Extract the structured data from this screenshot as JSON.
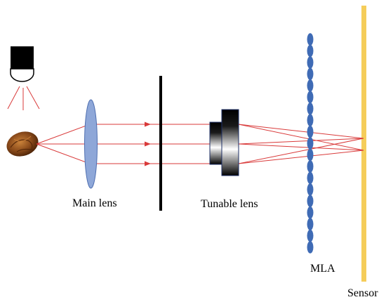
{
  "labels": {
    "main_lens": "Main lens",
    "tunable_lens": "Tunable lens",
    "mla": "MLA",
    "sensor": "Sensor"
  },
  "colors": {
    "ray": "#d93a3a",
    "main_lens_fill": "#8ea7d8",
    "main_lens_stroke": "#4f6fb0",
    "mla_fill": "#3f6bb5",
    "sensor": "#f5cd5a",
    "aperture": "#000000",
    "lamp_body": "#000000",
    "object": "#8a4a1a"
  },
  "icons": {
    "light_source": "lamp-icon",
    "object": "seed-icon"
  }
}
